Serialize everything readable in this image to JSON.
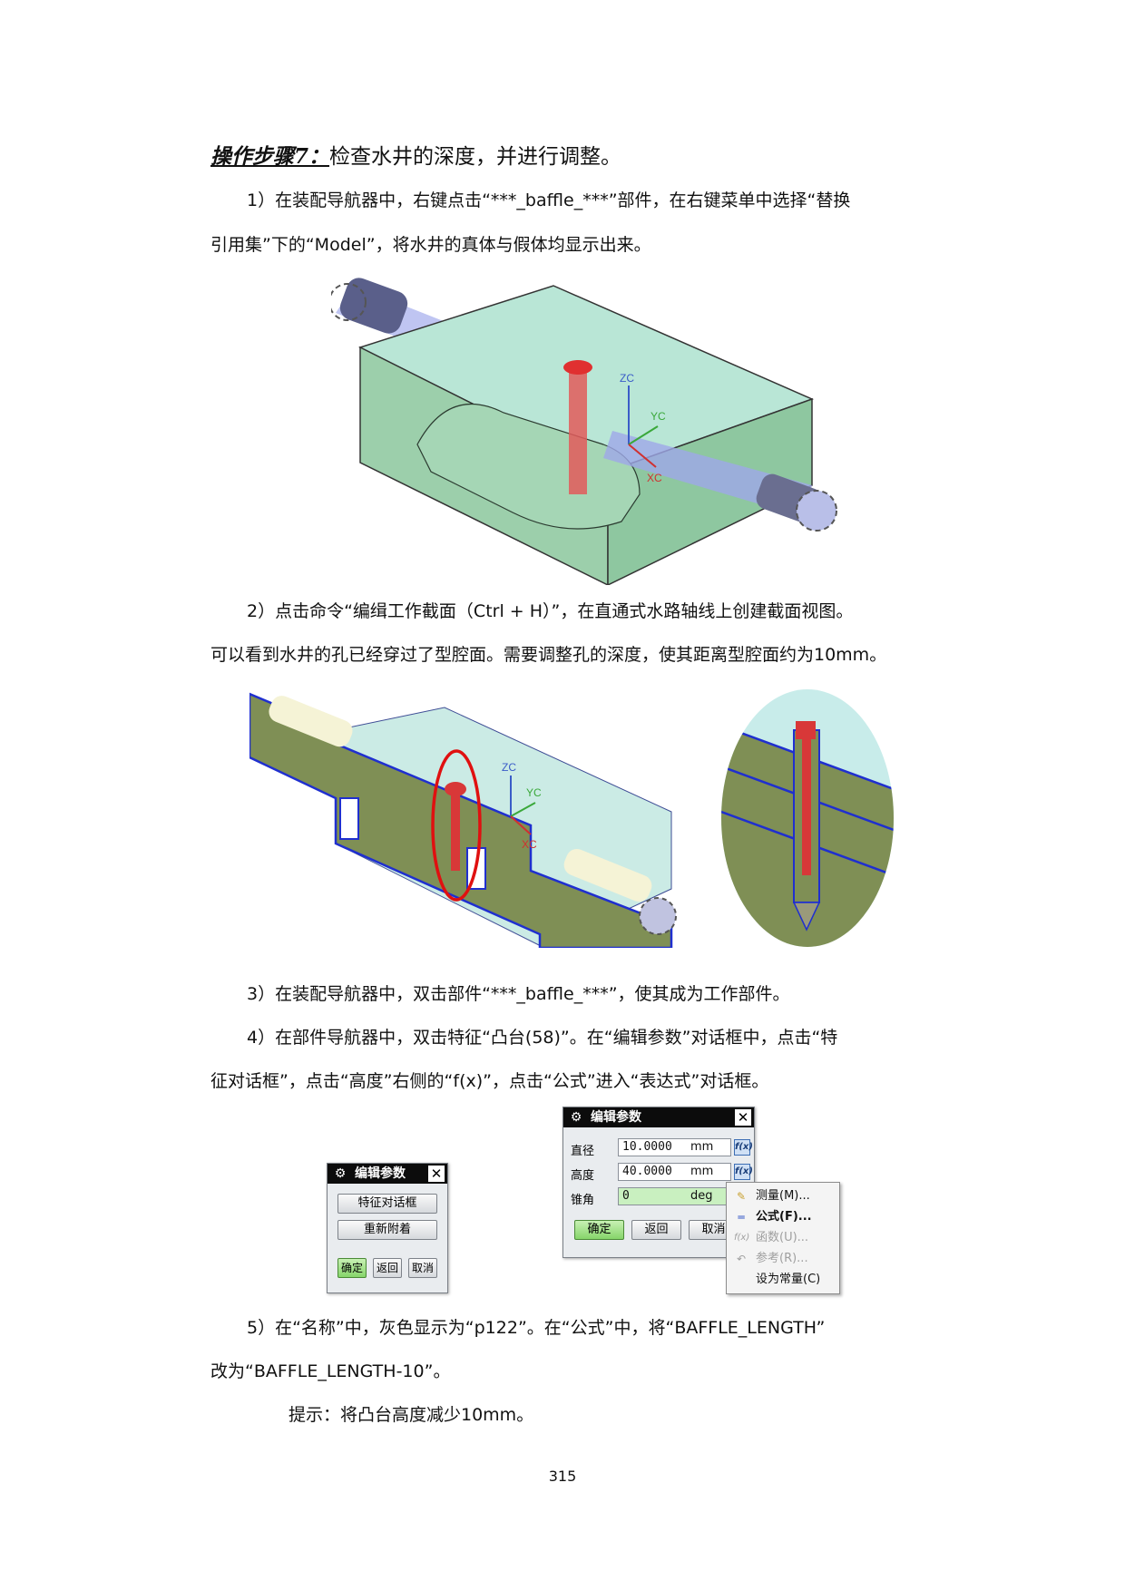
{
  "heading": {
    "label": "操作步骤7：",
    "text": "检查水井的深度，并进行调整。"
  },
  "paragraphs": {
    "p1_line1": "1）在装配导航器中，右键点击“***_baffle_***”部件，在右键菜单中选择“替换",
    "p1_line2": "引用集”下的“Model”，将水井的真体与假体均显示出来。",
    "p2_line1": "2）点击命令“编缉工作截面（Ctrl + H）”，在直通式水路轴线上创建截面视图。",
    "p2_line2": "可以看到水井的孔已经穿过了型腔面。需要调整孔的深度，使其距离型腔面约为10mm。",
    "p3_line1": "3）在装配导航器中，双击部件“***_baffle_***”，使其成为工作部件。",
    "p4_line1": "4）在部件导航器中，双击特征“凸台(58)”。在“编辑参数”对话框中，点击“特",
    "p4_line2": "征对话框”，点击“高度”右侧的“f(x)”，点击“公式”进入“表达式”对话框。",
    "p5_line1": "5）在“名称”中，灰色显示为“p122”。在“公式”中，将“BAFFLE_LENGTH”",
    "p5_line2": "改为“BAFFLE_LENGTH-10”。",
    "hint": "提示：将凸台高度减少10mm。"
  },
  "figure1": {
    "axis_zc": "ZC",
    "axis_yc": "YC",
    "axis_xc": "XC"
  },
  "figure2": {
    "axis_zc": "ZC",
    "axis_yc": "YC",
    "axis_xc": "XC"
  },
  "dialog_small": {
    "title": "编辑参数",
    "btn_feature": "特征对话框",
    "btn_reattach": "重新附着",
    "btn_ok": "确定",
    "btn_back": "返回",
    "btn_cancel": "取消"
  },
  "dialog_params": {
    "title": "编辑参数",
    "rows": [
      {
        "label": "直径",
        "value": "10.0000",
        "unit": "mm"
      },
      {
        "label": "高度",
        "value": "40.0000",
        "unit": "mm"
      },
      {
        "label": "锥角",
        "value": "0",
        "unit": "deg"
      }
    ],
    "fx_label": "f(x)",
    "btn_ok": "确定",
    "btn_back": "返回",
    "btn_cancel": "取消"
  },
  "context_menu": {
    "items": [
      {
        "label": "测量(M)...",
        "icon": "ruler-icon"
      },
      {
        "label": "公式(F)...",
        "icon": "equals-icon"
      },
      {
        "label": "函数(U)...",
        "icon": "function-icon"
      },
      {
        "label": "参考(R)...",
        "icon": "reference-icon"
      },
      {
        "label": "设为常量(C)",
        "icon": ""
      }
    ]
  },
  "page_number": "315"
}
